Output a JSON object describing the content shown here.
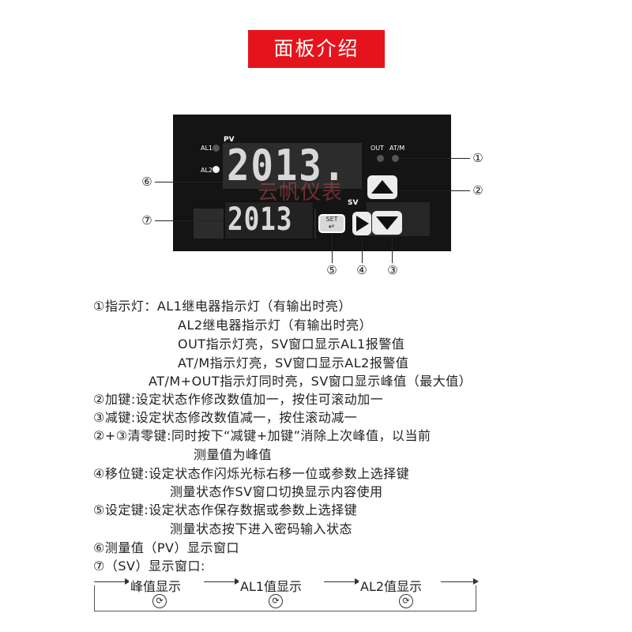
{
  "banner": {
    "title": "面板介绍"
  },
  "panel": {
    "pv_label": "PV",
    "sv_label": "SV",
    "al1_label": "AL1",
    "al2_label": "AL2",
    "out_label": "OUT",
    "atm_label": "AT/M",
    "pv_value": "2013.",
    "sv_value": "2013",
    "set_label": "SET",
    "set_glyph": "↵",
    "watermark": "云帆仪表"
  },
  "callouts": [
    "①",
    "②",
    "③",
    "④",
    "⑤",
    "⑥",
    "⑦"
  ],
  "descriptions": [
    "①指示灯：AL1继电器指示灯（有输出时亮）",
    "AL2继电器指示灯（有输出时亮）",
    "OUT指示灯亮，SV窗口显示AL1报警值",
    "AT/M指示灯亮，SV窗口显示AL2报警值",
    "AT/M+OUT指示灯同时亮，SV窗口显示峰值（最大值）",
    "②加键:设定状态作修改数值加一，按住可滚动加一",
    "③减键:设定状态修改数值减一，按住滚动减一",
    "②+③清零键:同时按下“减键+加键”消除上次峰值，以当前",
    "测量值为峰值",
    "④移位键:设定状态作闪烁光标右移一位或参数上选择键",
    "测量状态作SV窗口切换显示内容使用",
    "⑤设定键:设定状态作保存数据或参数上选择键",
    "测量状态按下进入密码输入状态",
    "⑥测量值（PV）显示窗口",
    "⑦（SV）显示窗口:"
  ],
  "flow": {
    "steps": [
      "峰值显示",
      "AL1值显示",
      "AL2值显示"
    ],
    "cycle_glyph": "⟳"
  },
  "colors": {
    "banner": "#e5141c",
    "panel": "#141414",
    "display": "#2c2c2c",
    "button": "#ececec"
  }
}
